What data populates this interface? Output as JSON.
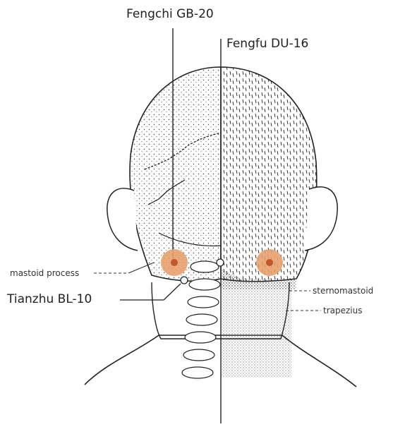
{
  "labels": {
    "fengchi": "Fengchi GB-20",
    "fengfu": "Fengfu DU-16",
    "mastoid": "mastoid process",
    "tianzhu": "Tianzhu BL-10",
    "sternomastoid": "sternomastoid",
    "trapezius": "trapezius"
  },
  "colors": {
    "point_fill": "#e8a06c",
    "point_center": "#c0582a",
    "ink": "#222222"
  },
  "icons": [
    "head-back-illustration",
    "acupoint-marker",
    "cervical-spine"
  ]
}
